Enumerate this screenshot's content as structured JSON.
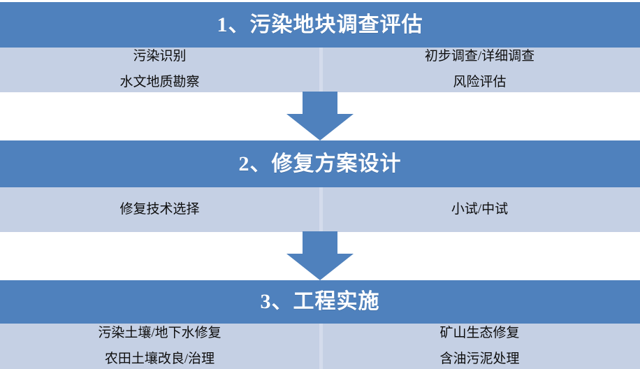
{
  "diagram": {
    "type": "vertical-process-flow",
    "colors": {
      "header_blue": "#4F81BD",
      "body_light_blue": "#C5D0E4",
      "divider": "#D4DCEC",
      "header_text": "#FFFFFF",
      "body_text": "#0D0D0D",
      "arrow_fill": "#4F81BD",
      "background": "#FFFFFF"
    },
    "stages": [
      {
        "id": "stage-1",
        "title": "1、污染地块调查评估",
        "left_column": [
          "污染识别",
          "水文地质勘察"
        ],
        "right_column": [
          "初步调查/详细调查",
          "风险评估"
        ]
      },
      {
        "id": "stage-2",
        "title": "2、修复方案设计",
        "left_column": [
          "修复技术选择"
        ],
        "right_column": [
          "小试/中试"
        ]
      },
      {
        "id": "stage-3",
        "title": "3、工程实施",
        "left_column": [
          "污染土壤/地下水修复",
          "农田土壤改良/治理"
        ],
        "right_column": [
          "矿山生态修复",
          "含油污泥处理"
        ]
      }
    ],
    "connectors": [
      {
        "id": "arrow-1",
        "from": "stage-1",
        "to": "stage-2",
        "icon": "down-arrow-icon"
      },
      {
        "id": "arrow-2",
        "from": "stage-2",
        "to": "stage-3",
        "icon": "down-arrow-icon"
      }
    ]
  }
}
